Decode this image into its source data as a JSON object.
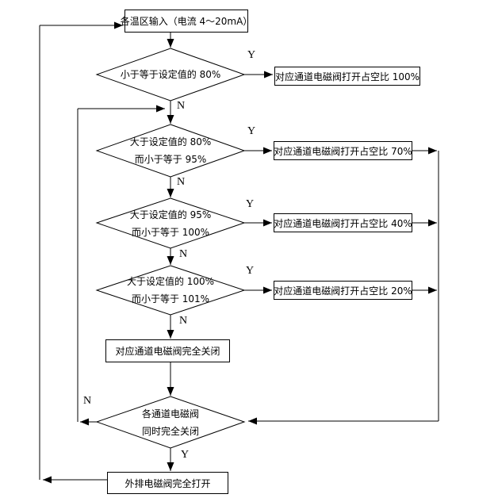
{
  "fc": {
    "title": "solenoid-valve-duty-cycle-flowchart",
    "start_label": "各温区输入（电流 4～20mA）",
    "decisions": [
      {
        "line1": "小于等于设定值的 80%",
        "line2": "",
        "yes": "Y",
        "no": "N"
      },
      {
        "line1": "大于设定值的 80%",
        "line2": "而小于等于 95%",
        "yes": "Y",
        "no": "N"
      },
      {
        "line1": "大于设定值的 95%",
        "line2": "而小于等于 100%",
        "yes": "Y",
        "no": "N"
      },
      {
        "line1": "大于设定值的 100%",
        "line2": "而小于等于 101%",
        "yes": "Y",
        "no": "N"
      },
      {
        "line1": "各通道电磁阀",
        "line2": "同时完全关闭",
        "yes": "Y",
        "no": "N"
      }
    ],
    "actions": [
      {
        "label": "对应通道电磁阀打开占空比 100%"
      },
      {
        "label": "对应通道电磁阀打开占空比 70%"
      },
      {
        "label": "对应通道电磁阀打开占空比 40%"
      },
      {
        "label": "对应通道电磁阀打开占空比 20%"
      }
    ],
    "close_label": "对应通道电磁阀完全关闭",
    "end_label": "外排电磁阀完全打开",
    "colors": {
      "line": "#000000",
      "background": "#ffffff",
      "text": "#000000"
    }
  }
}
